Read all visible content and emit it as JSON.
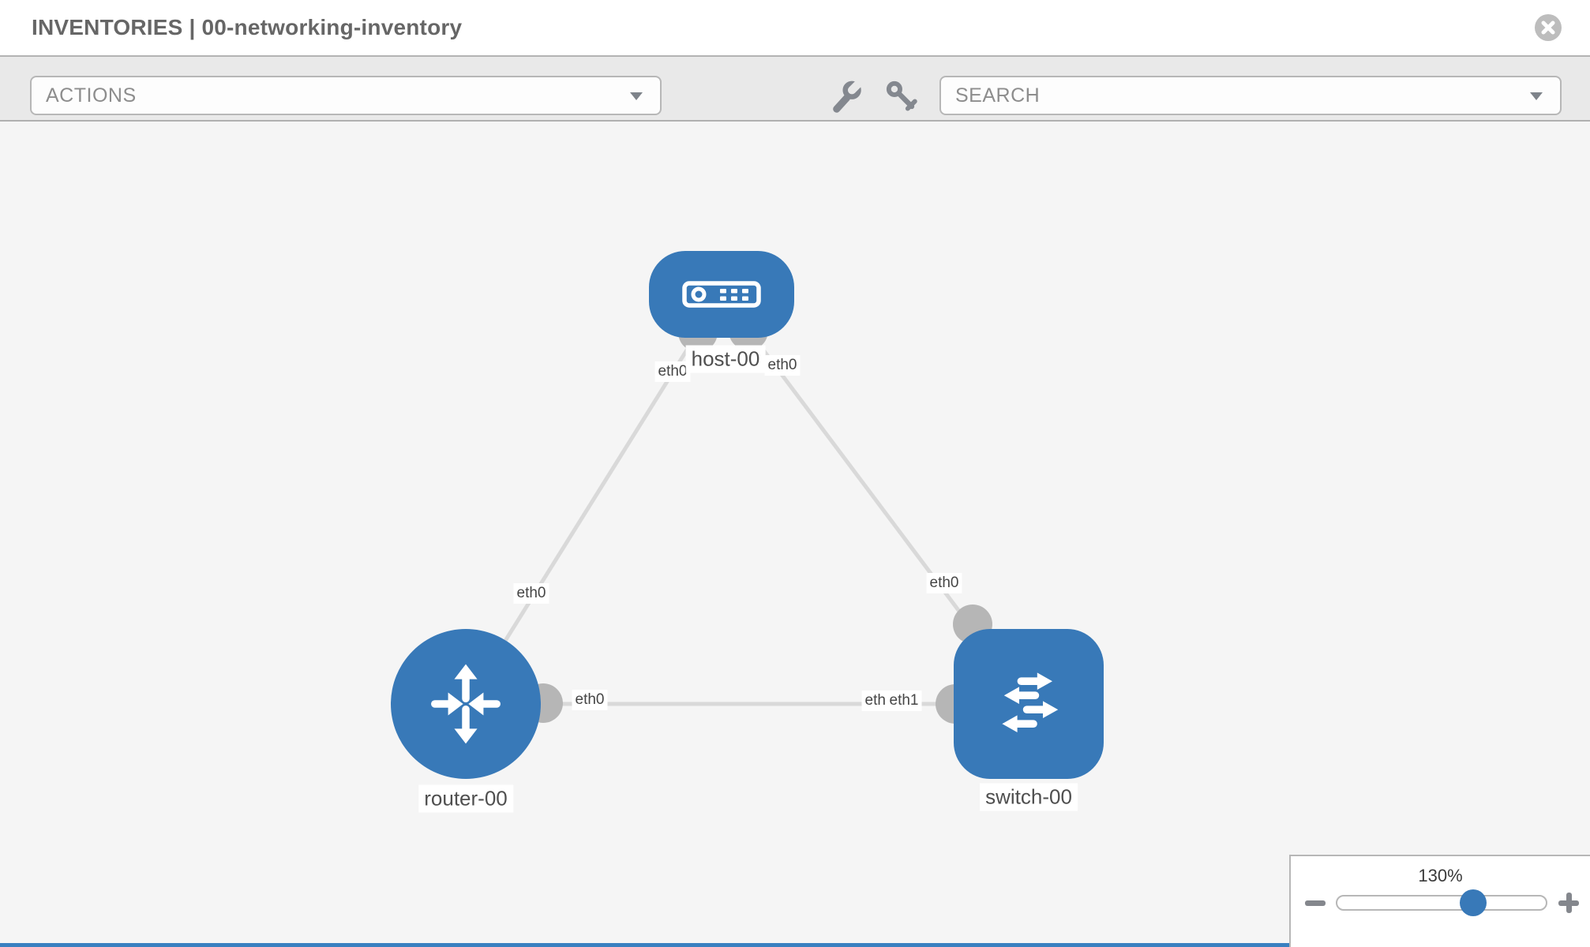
{
  "header": {
    "title": "INVENTORIES | 00-networking-inventory",
    "close_icon": "circle-x"
  },
  "toolbar": {
    "actions_label": "ACTIONS",
    "search_placeholder": "SEARCH",
    "icons": [
      "wrench-icon",
      "key-icon"
    ]
  },
  "topology": {
    "nodes": [
      {
        "id": "host-00",
        "type": "host",
        "label": "host-00"
      },
      {
        "id": "router-00",
        "type": "router",
        "label": "router-00"
      },
      {
        "id": "switch-00",
        "type": "switch",
        "label": "switch-00"
      }
    ],
    "links": [
      {
        "from": "host-00",
        "to": "router-00",
        "from_if": "eth0",
        "to_if": "eth0"
      },
      {
        "from": "host-00",
        "to": "switch-00",
        "from_if": "eth0",
        "to_if": "eth0"
      },
      {
        "from": "router-00",
        "to": "switch-00",
        "from_if": "eth0",
        "to_if_stack": [
          "eth0",
          "eth1"
        ]
      }
    ]
  },
  "zoom_control": {
    "level": "130%"
  },
  "colors": {
    "node_blue": "#3879b8",
    "link_gray": "#d9d9d9",
    "port_gray": "#b6b6b6",
    "toolbar_gray": "#e9e9e9",
    "footer_accent": "#3a80c0"
  }
}
